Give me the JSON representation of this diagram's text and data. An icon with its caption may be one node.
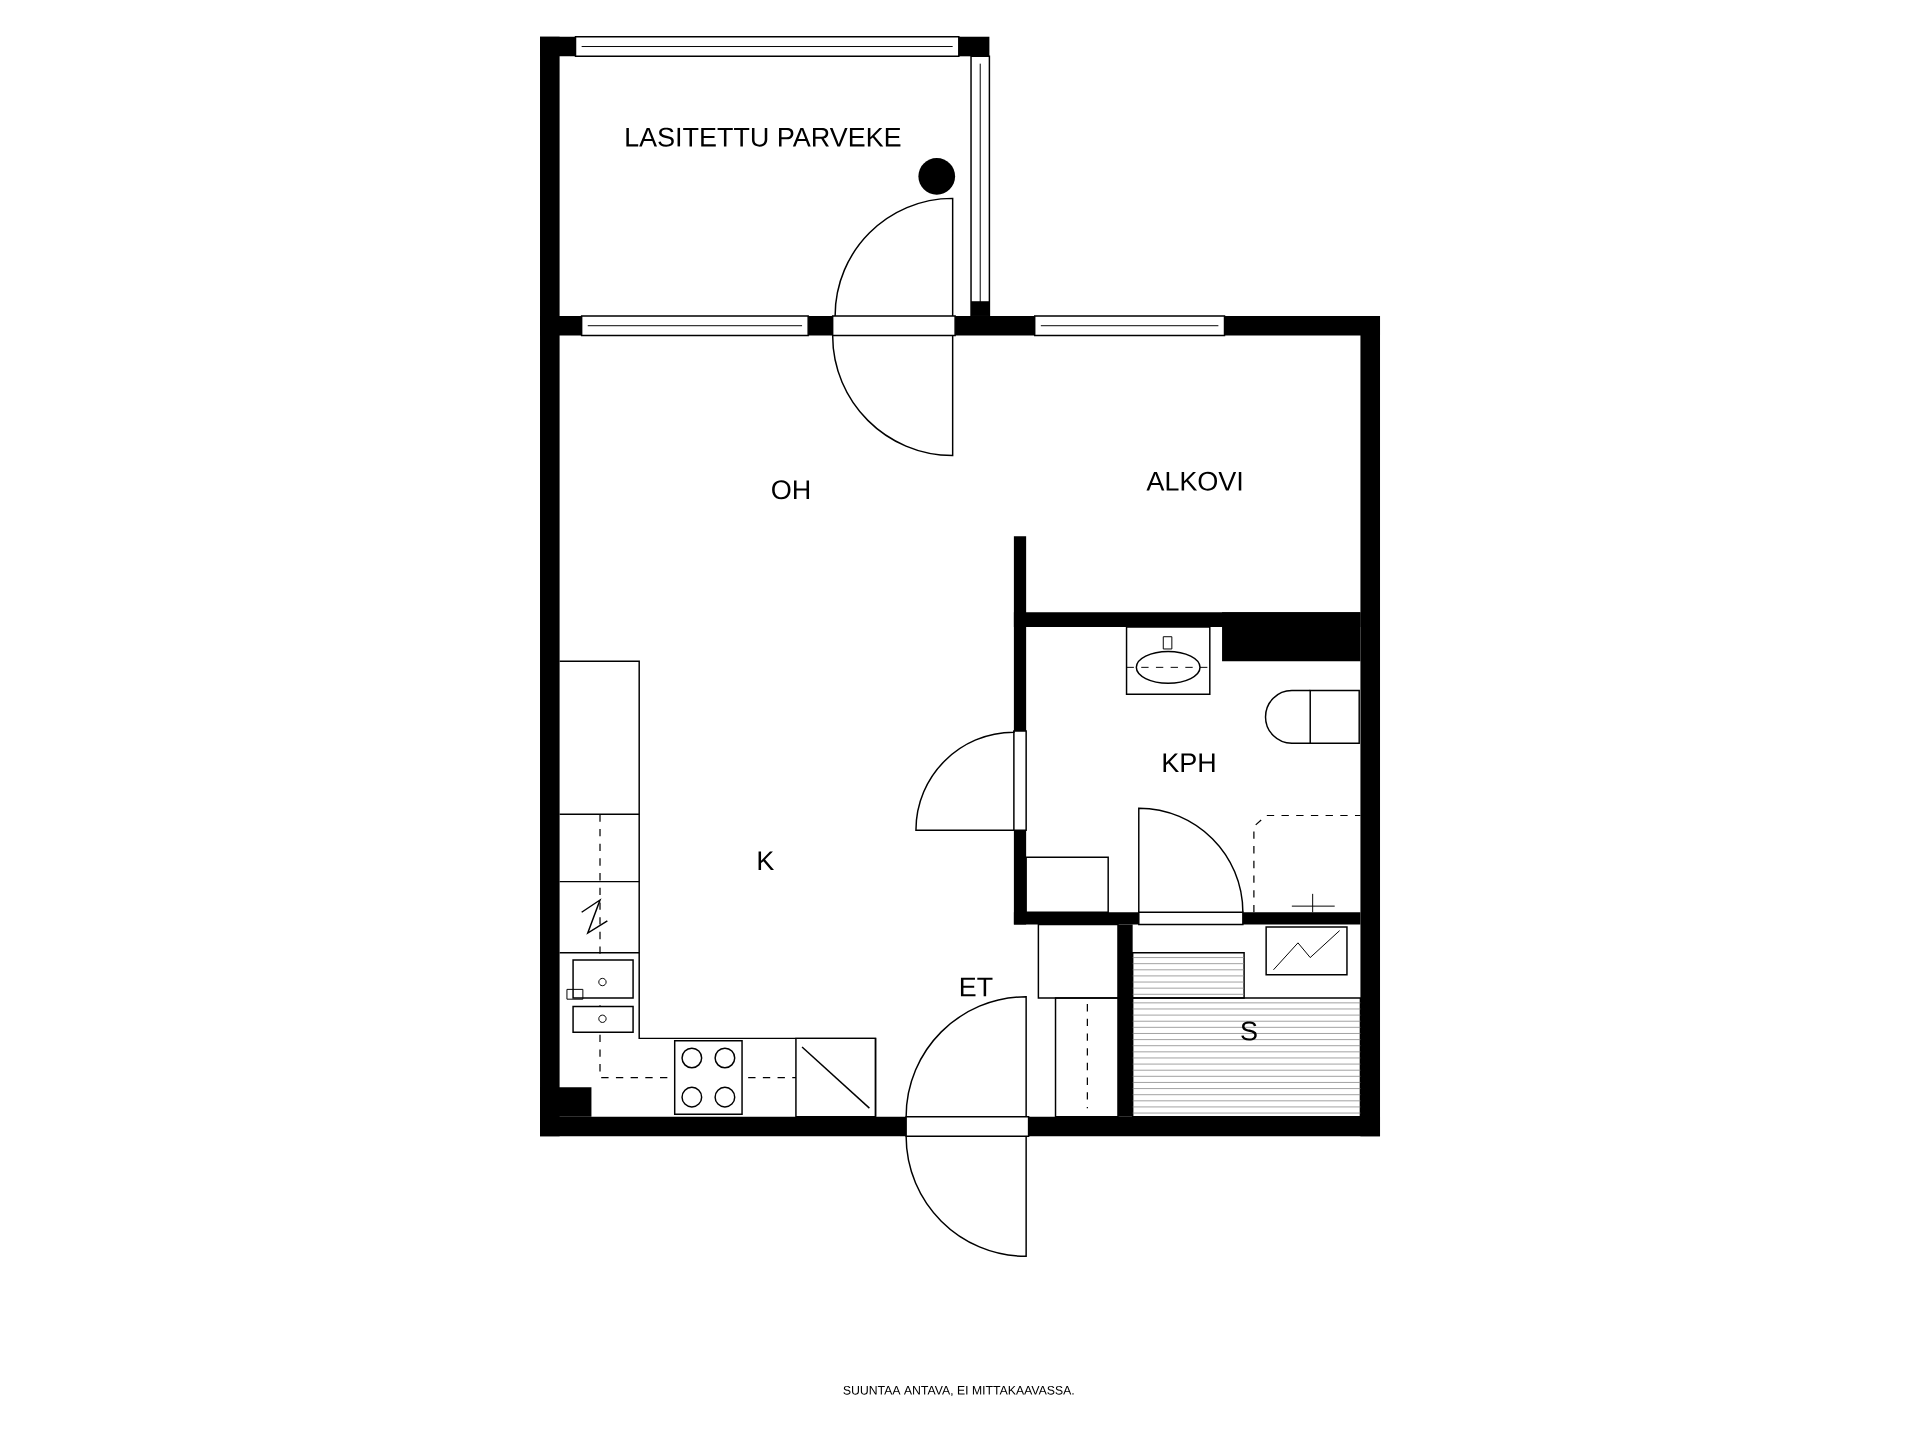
{
  "diagram": {
    "labels": [
      "LASITETTU PARVEKE",
      "OH",
      "ALKOVI",
      "KPH",
      "K",
      "ET",
      "S",
      "SUUNTAA ANTAVA, EI MITTAKAAVASSA."
    ]
  }
}
